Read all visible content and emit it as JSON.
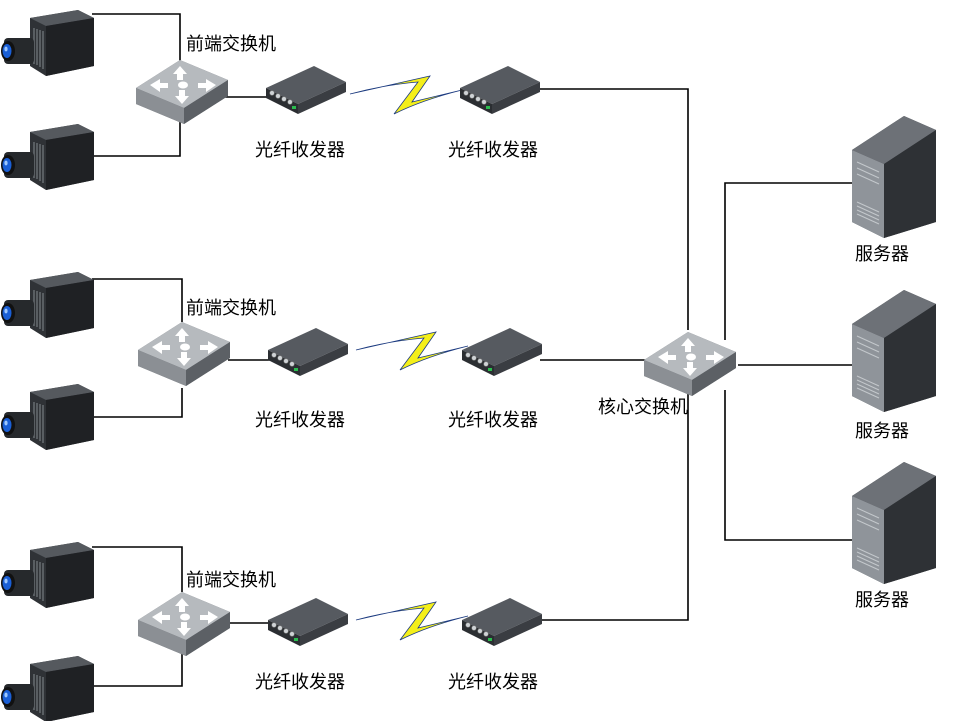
{
  "labels": {
    "front_switch": "前端交换机",
    "fiber_transceiver": "光纤收发器",
    "core_switch": "核心交换机",
    "server": "服务器"
  },
  "colors": {
    "lightning": "#f4ef1a",
    "camera_lens": "#1a5fd6",
    "device_body": "#3a3d42",
    "switch_body": "#9a9ea3"
  },
  "icons": {
    "camera": "camera-icon",
    "switch": "switch-icon",
    "transceiver": "transceiver-icon",
    "lightning": "lightning-icon",
    "server": "server-icon"
  },
  "branch_count": 3,
  "server_count": 3
}
